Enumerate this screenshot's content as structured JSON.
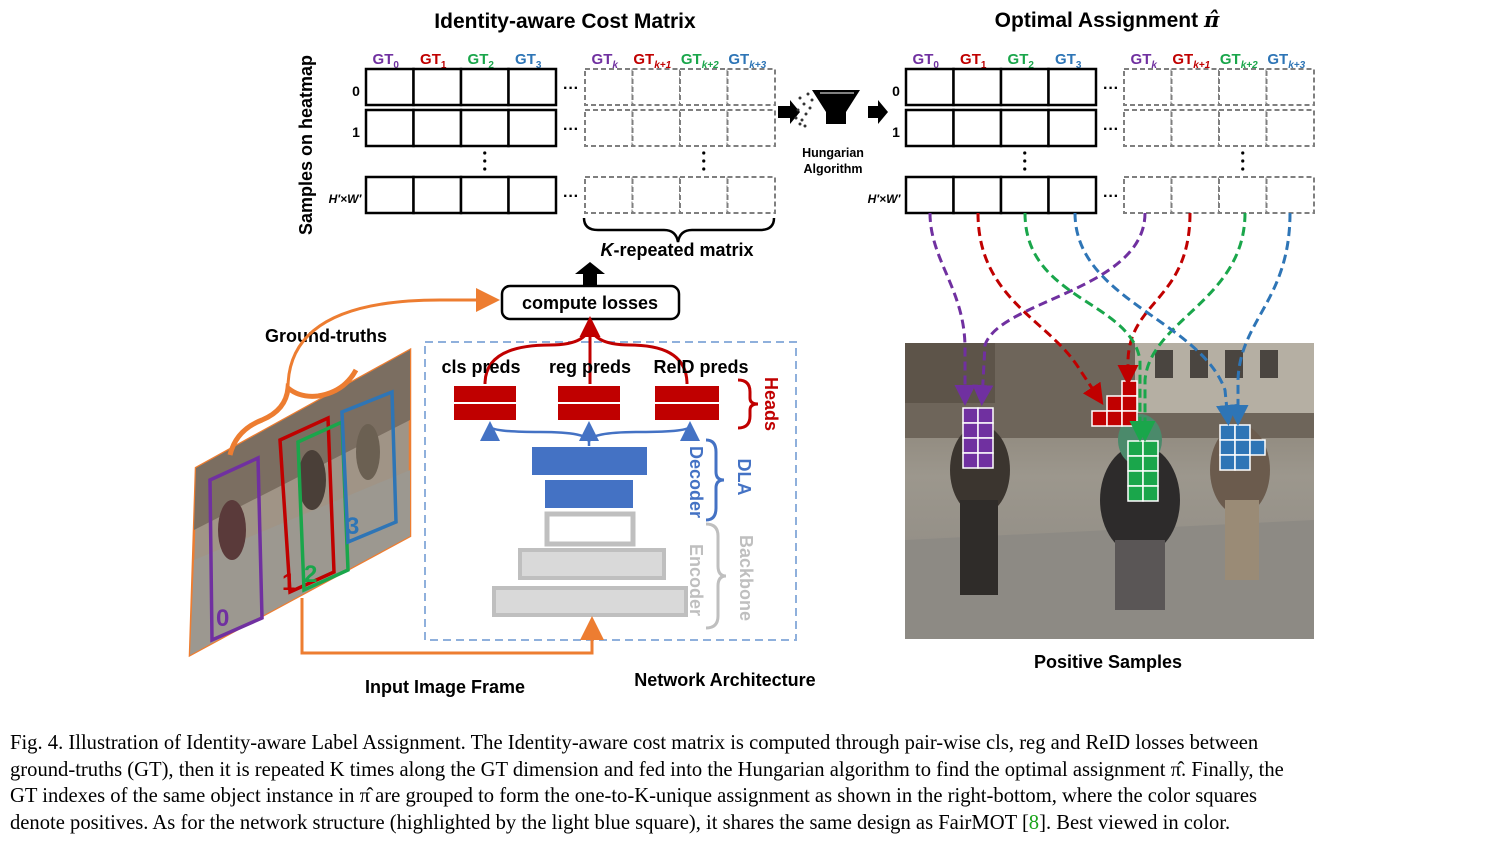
{
  "cost_matrix": {
    "title": "Identity-aware Cost Matrix",
    "y_axis_label": "Samples on heatmap",
    "row_labels": [
      "0",
      "1",
      "H′×W′"
    ],
    "gt_columns": [
      {
        "base": "GT",
        "sub": "0",
        "color": "#7030a0"
      },
      {
        "base": "GT",
        "sub": "1",
        "color": "#c00000"
      },
      {
        "base": "GT",
        "sub": "2",
        "color": "#1aa64b"
      },
      {
        "base": "GT",
        "sub": "3",
        "color": "#2e75b6"
      }
    ],
    "k_columns": [
      {
        "base": "GT",
        "sub": "k",
        "color": "#7030a0"
      },
      {
        "base": "GT",
        "sub": "k+1",
        "color": "#c00000"
      },
      {
        "base": "GT",
        "sub": "k+2",
        "color": "#1aa64b"
      },
      {
        "base": "GT",
        "sub": "k+3",
        "color": "#2e75b6"
      }
    ],
    "repeated_label_k": "K",
    "repeated_label_rest": "-repeated matrix"
  },
  "hungarian": {
    "line1": "Hungarian",
    "line2": "Algorithm"
  },
  "assignment": {
    "title": "Optimal Assignment ",
    "pi_symbol": "π̂",
    "row_labels": [
      "0",
      "1",
      "H′×W′"
    ]
  },
  "losses": {
    "label": "compute losses"
  },
  "heads": {
    "preds": [
      "cls preds",
      "reg preds",
      "ReID preds"
    ],
    "label": "Heads"
  },
  "network": {
    "dla_label": "DLA",
    "decoder_label": "Decoder",
    "encoder_label": "Encoder",
    "backbone_label": "Backbone",
    "title": "Network Architecture"
  },
  "input": {
    "ground_truths_label": "Ground-truths",
    "frame_label": "Input Image Frame",
    "box_ids": [
      "0",
      "1",
      "2",
      "3"
    ]
  },
  "positive": {
    "label": "Positive Samples"
  },
  "colors": {
    "purple": "#7030a0",
    "red": "#c00000",
    "green": "#1aa64b",
    "blue": "#2e75b6",
    "orange": "#ed7d31",
    "decoder_blue": "#4472c4",
    "encoder_gray": "#bfbfbf",
    "dashed_box": "#8fb0dc"
  },
  "caption": {
    "line1": "Fig. 4.  Illustration of Identity-aware Label Assignment. The Identity-aware cost matrix is computed through pair-wise cls, reg and ReID losses between",
    "line2": "ground-truths (GT), then it is repeated K times along the GT dimension and fed into the Hungarian algorithm to find the optimal assignment π̂. Finally, the",
    "line3": "GT indexes of the same object instance in π̂ are grouped to form the one-to-K-unique assignment as shown in the right-bottom, where the color squares",
    "line4_a": "denote positives. As for the network structure (highlighted by the light blue square), it shares the same design as FairMOT [",
    "line4_cite": "8",
    "line4_b": "]. Best viewed in color."
  }
}
